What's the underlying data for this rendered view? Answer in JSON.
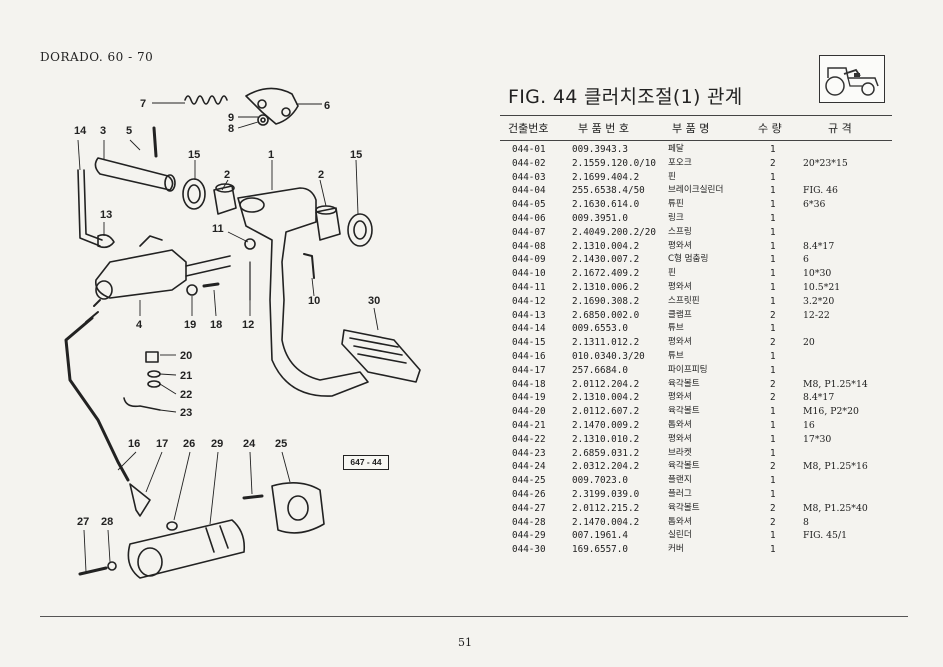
{
  "header": {
    "model": "DORADO. 60 - 70",
    "fig_title": "FIG. 44 클러치조절(1) 관계"
  },
  "icons": {
    "tractor": "tractor-icon"
  },
  "table": {
    "columns": [
      "건출번호",
      "부 품 번 호",
      "부 품 명",
      "수 량",
      "규 격"
    ],
    "rows": [
      {
        "no": "044-01",
        "pn": "009.3943.3",
        "name": "페달",
        "qty": "1",
        "spec": ""
      },
      {
        "no": "044-02",
        "pn": "2.1559.120.0/10",
        "name": "포오크",
        "qty": "2",
        "spec": "20*23*15"
      },
      {
        "no": "044-03",
        "pn": "2.1699.404.2",
        "name": "핀",
        "qty": "1",
        "spec": ""
      },
      {
        "no": "044-04",
        "pn": "255.6538.4/50",
        "name": "브레이크실린더",
        "qty": "1",
        "spec": "FIG. 46"
      },
      {
        "no": "044-05",
        "pn": "2.1630.614.0",
        "name": "튜핀",
        "qty": "1",
        "spec": "6*36"
      },
      {
        "no": "044-06",
        "pn": "009.3951.0",
        "name": "링크",
        "qty": "1",
        "spec": ""
      },
      {
        "no": "044-07",
        "pn": "2.4049.200.2/20",
        "name": "스프링",
        "qty": "1",
        "spec": ""
      },
      {
        "no": "044-08",
        "pn": "2.1310.004.2",
        "name": "평와셔",
        "qty": "1",
        "spec": "8.4*17"
      },
      {
        "no": "044-09",
        "pn": "2.1430.007.2",
        "name": "C형 멈춤링",
        "qty": "1",
        "spec": "6"
      },
      {
        "no": "044-10",
        "pn": "2.1672.409.2",
        "name": "핀",
        "qty": "1",
        "spec": "10*30"
      },
      {
        "no": "044-11",
        "pn": "2.1310.006.2",
        "name": "평와셔",
        "qty": "1",
        "spec": "10.5*21"
      },
      {
        "no": "044-12",
        "pn": "2.1690.308.2",
        "name": "스프릿핀",
        "qty": "1",
        "spec": "3.2*20"
      },
      {
        "no": "044-13",
        "pn": "2.6850.002.0",
        "name": "클램프",
        "qty": "2",
        "spec": "12-22"
      },
      {
        "no": "044-14",
        "pn": "009.6553.0",
        "name": "튜브",
        "qty": "1",
        "spec": ""
      },
      {
        "no": "044-15",
        "pn": "2.1311.012.2",
        "name": "평와셔",
        "qty": "2",
        "spec": "20"
      },
      {
        "no": "044-16",
        "pn": "010.0340.3/20",
        "name": "튜브",
        "qty": "1",
        "spec": ""
      },
      {
        "no": "044-17",
        "pn": "257.6684.0",
        "name": "파이프피팅",
        "qty": "1",
        "spec": ""
      },
      {
        "no": "044-18",
        "pn": "2.0112.204.2",
        "name": "육각볼트",
        "qty": "2",
        "spec": "M8, P1.25*14"
      },
      {
        "no": "044-19",
        "pn": "2.1310.004.2",
        "name": "평와셔",
        "qty": "2",
        "spec": "8.4*17"
      },
      {
        "no": "044-20",
        "pn": "2.0112.607.2",
        "name": "육각볼트",
        "qty": "1",
        "spec": "M16, P2*20"
      },
      {
        "no": "044-21",
        "pn": "2.1470.009.2",
        "name": "톱와셔",
        "qty": "1",
        "spec": "16"
      },
      {
        "no": "044-22",
        "pn": "2.1310.010.2",
        "name": "평와셔",
        "qty": "1",
        "spec": "17*30"
      },
      {
        "no": "044-23",
        "pn": "2.6859.031.2",
        "name": "브라켓",
        "qty": "1",
        "spec": ""
      },
      {
        "no": "044-24",
        "pn": "2.0312.204.2",
        "name": "육각볼트",
        "qty": "2",
        "spec": "M8, P1.25*16"
      },
      {
        "no": "044-25",
        "pn": "009.7023.0",
        "name": "플랜지",
        "qty": "1",
        "spec": ""
      },
      {
        "no": "044-26",
        "pn": "2.3199.039.0",
        "name": "플러그",
        "qty": "1",
        "spec": ""
      },
      {
        "no": "044-27",
        "pn": "2.0112.215.2",
        "name": "육각볼트",
        "qty": "2",
        "spec": "M8, P1.25*40"
      },
      {
        "no": "044-28",
        "pn": "2.1470.004.2",
        "name": "톱와셔",
        "qty": "2",
        "spec": "8"
      },
      {
        "no": "044-29",
        "pn": "007.1961.4",
        "name": "실린더",
        "qty": "1",
        "spec": "FIG. 45/1"
      },
      {
        "no": "044-30",
        "pn": "169.6557.0",
        "name": "커버",
        "qty": "1",
        "spec": ""
      }
    ]
  },
  "diagram": {
    "callouts": [
      "1",
      "2",
      "2",
      "3",
      "4",
      "5",
      "6",
      "7",
      "8",
      "9",
      "10",
      "11",
      "12",
      "13",
      "14",
      "15",
      "15",
      "16",
      "17",
      "18",
      "19",
      "20",
      "21",
      "22",
      "23",
      "24",
      "25",
      "26",
      "27",
      "28",
      "29",
      "30"
    ],
    "stamp": "647 - 44"
  },
  "footer": {
    "page_number": "51"
  }
}
